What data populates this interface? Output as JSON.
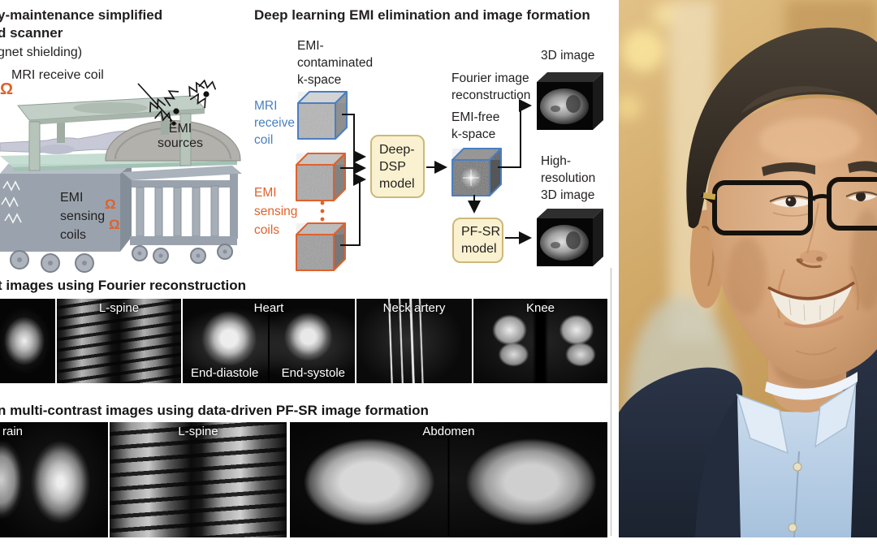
{
  "scanner_panel": {
    "title_line1": "y-maintenance simplified",
    "title_line2": "d scanner",
    "title_line3": "gnet shielding)",
    "receive_coil_label": "MRI receive coil",
    "emi_sources_label": "EMI\nsources",
    "emi_sensing_label": "EMI\nsensing\ncoils",
    "coil_symbol": "Ω"
  },
  "flowchart": {
    "title": "Deep learning EMI elimination and image formation",
    "contaminated_label": "EMI-\ncontaminated\nk-space",
    "mri_coil_label": "MRI\nreceive\ncoil",
    "emi_coils_label": "EMI\nsensing\ncoils",
    "deep_dsp_label": "Deep-\nDSP\nmodel",
    "fourier_label": "Fourier image\nreconstruction",
    "emi_free_label": "EMI-free\nk-space",
    "image_3d_label": "3D image",
    "high_res_label": "High-\nresolution\n3D image",
    "pf_sr_label": "PF-SR\nmodel"
  },
  "fourier_section": {
    "header": "t images using Fourier reconstruction",
    "labels": {
      "lspine": "L-spine",
      "heart": "Heart",
      "end_diastole": "End-diastole",
      "end_systole": "End-systole",
      "neck": "Neck artery",
      "knee": "Knee"
    }
  },
  "pfsr_section": {
    "header": "n multi-contrast images using data-driven PF-SR image formation",
    "labels": {
      "brain": "rain",
      "lspine": "L-spine",
      "abdomen": "Abdomen"
    }
  },
  "colors": {
    "mri_blue": "#4a7fc1",
    "emi_orange": "#e0612c",
    "model_box_fill": "#f9f1cf",
    "model_box_border": "#cdb87a",
    "arrow_black": "#111111"
  }
}
